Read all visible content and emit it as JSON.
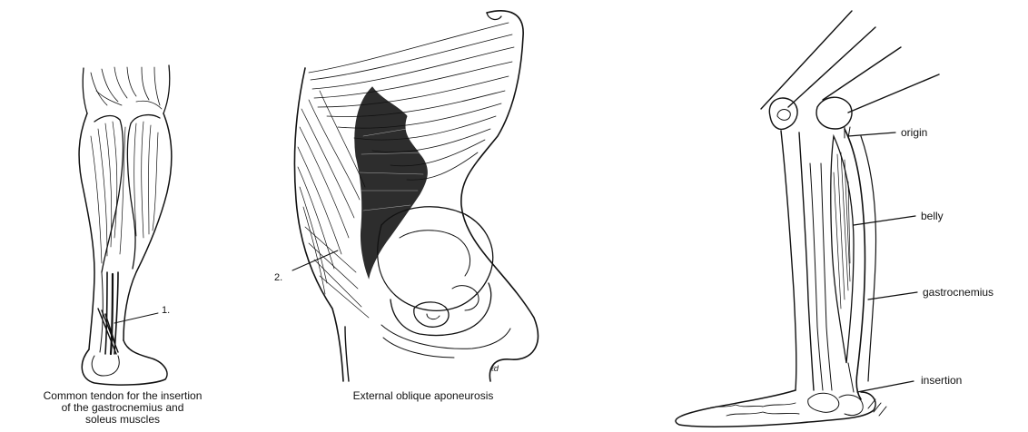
{
  "panels": {
    "calf": {
      "marker": "1.",
      "caption_lines": [
        "Common tendon for the insertion",
        "of the gastrocnemius and",
        "soleus muscles"
      ]
    },
    "abdomen": {
      "marker": "2.",
      "signature": "ℓd",
      "caption": "External oblique aponeurosis"
    },
    "leg": {
      "labels": {
        "origin": "origin",
        "belly": "belly",
        "muscle": "gastrocnemius",
        "insertion": "insertion"
      }
    }
  },
  "colors": {
    "ink": "#111111",
    "background": "#ffffff"
  }
}
